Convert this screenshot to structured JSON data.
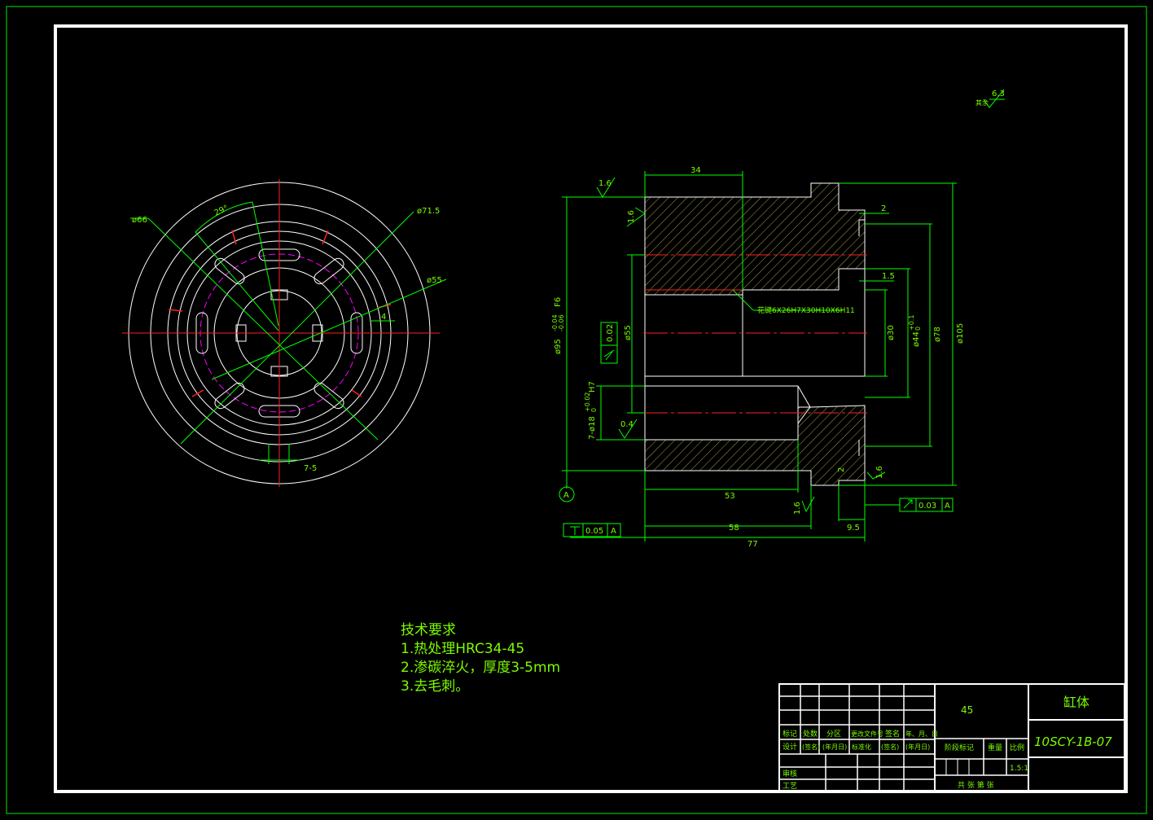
{
  "drawing": {
    "part_name": "缸体",
    "drawing_no": "10SCY-1B-07",
    "material": "45",
    "scale": "1.5:1",
    "roughness_other": "其余",
    "roughness_other_value": "6.3"
  },
  "tech_requirements": {
    "title": "技术要求",
    "items": [
      "1.热处理HRC34-45",
      "2.渗碳淬火，厚度3-5mm",
      "3.去毛刺。"
    ]
  },
  "left_view": {
    "dims": {
      "d66": "ø66",
      "d71_5": "ø71.5",
      "d55": "ø55",
      "angle": "29°",
      "slot": "7-5",
      "small4": "4"
    }
  },
  "section_view": {
    "dims": {
      "len34": "34",
      "len53": "53",
      "len58": "58",
      "len77": "77",
      "len9_5": "9.5",
      "len2_top": "2",
      "len2_bot": "2",
      "len1_5": "1.5",
      "d95": "ø95",
      "d95_tol_upper": "-0.04",
      "d95_tol_lower": "-0.06",
      "d95_fit": "F6",
      "d55": "ø55",
      "d30": "ø30",
      "d44": "ø44",
      "d44_tol_upper": "+0.1",
      "d44_tol_lower": "0",
      "d78": "ø78",
      "d105": "ø105",
      "hole": "7-ø18",
      "hole_tol_upper": "+0.02",
      "hole_tol_lower": "0",
      "hole_fit": "H7",
      "spline": "花键6X26H7X30H10X6H11"
    },
    "roughness": [
      "1.6",
      "1.6",
      "0.4",
      "1.6",
      "1.6"
    ],
    "tolerances": {
      "cyl": "0.02",
      "perp_value": "0.05",
      "perp_datum": "A",
      "runout_value": "0.03",
      "runout_datum": "A",
      "datum": "A"
    }
  },
  "title_block": {
    "row_a": [
      "标记",
      "处数",
      "分区",
      "更改文件号",
      "签名",
      "年、月、日"
    ],
    "row_b": [
      "设计",
      "(签名)",
      "(年月日)",
      "标准化",
      "(签名)",
      "(年月日)"
    ],
    "stage_mark": "阶段标记",
    "weight": "重量",
    "ratio": "比例",
    "check": "审核",
    "craft": "工艺",
    "sheets": "共  张  第  张"
  }
}
